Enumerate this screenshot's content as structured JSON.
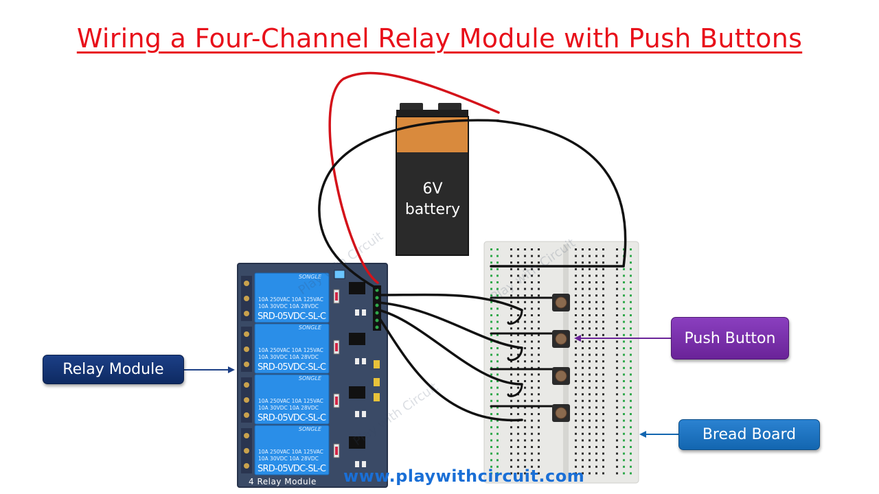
{
  "title": "Wiring a Four-Channel Relay Module with Push Buttons",
  "battery": {
    "voltage": "6V",
    "label": "battery"
  },
  "relay_module": {
    "channels": [
      {
        "brand": "SONGLE",
        "rating1": "10A 250VAC  10A 125VAC",
        "rating2": "10A  30VDC  10A  28VDC",
        "model": "SRD-05VDC-SL-C"
      },
      {
        "brand": "SONGLE",
        "rating1": "10A 250VAC  10A 125VAC",
        "rating2": "10A  30VDC  10A  28VDC",
        "model": "SRD-05VDC-SL-C"
      },
      {
        "brand": "SONGLE",
        "rating1": "10A 250VAC  10A 125VAC",
        "rating2": "10A  30VDC  10A  28VDC",
        "model": "SRD-05VDC-SL-C"
      },
      {
        "brand": "SONGLE",
        "rating1": "10A 250VAC  10A 125VAC",
        "rating2": "10A  30VDC  10A  28VDC",
        "model": "SRD-05VDC-SL-C"
      }
    ],
    "footer": "4 Relay Module"
  },
  "watermark": "Play with Circuit",
  "labels": {
    "relay": "Relay Module",
    "push": "Push Button",
    "bread": "Bread Board"
  },
  "website": "www.playwithcircuit.com",
  "colors": {
    "title": "#e8101a",
    "relay_board": "#3a4a66",
    "relay_cube": "#2a8ee8",
    "wire_red": "#d4121a",
    "wire_black": "#111111",
    "website": "#1a6fd6"
  }
}
